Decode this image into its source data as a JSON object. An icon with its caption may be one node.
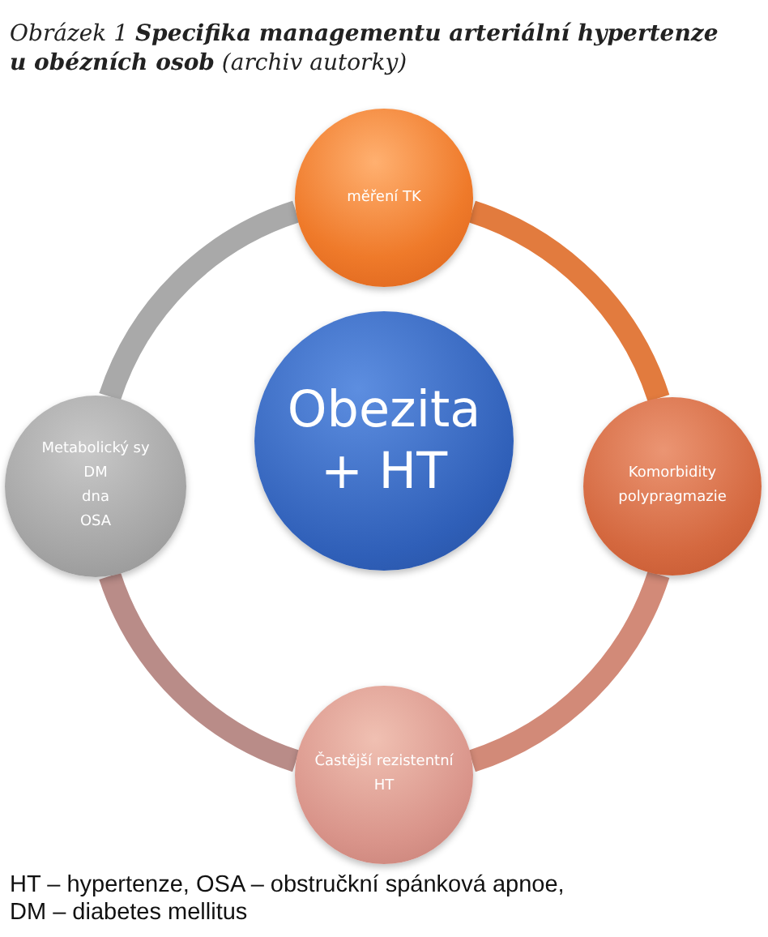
{
  "diagram": {
    "title": "Obrázek 1 **Specifika managementu arteriální hypertenze u obézních osob** (archiv autorky)",
    "caption": "HT – hypertenze, OSA – obstručkní spánková apnoe, DM – diabetes mellitus",
    "nodes": [
      {
        "text": [
          "Obezita + HT"
        ]
      },
      {
        "text": [
          "měření TK"
        ]
      },
      {
        "text": [
          "Komorbidity polypragmazie"
        ]
      },
      {
        "text": [
          "Častější rezistentní HT"
        ]
      },
      {
        "text": [
          "Metabolický sy",
          "DM",
          "dna",
          "OSA"
        ]
      }
    ],
    "edges": [
      {
        "from": 1,
        "to": 2,
        "arrow": "none",
        "color": "#e27b3e"
      },
      {
        "from": 2,
        "to": 3,
        "arrow": "none",
        "color": "#d28a78"
      },
      {
        "from": 3,
        "to": 4,
        "arrow": "none",
        "color": "#b98c88"
      },
      {
        "from": 4,
        "to": 1,
        "arrow": "none",
        "color": "#a9a9a9"
      }
    ]
  }
}
